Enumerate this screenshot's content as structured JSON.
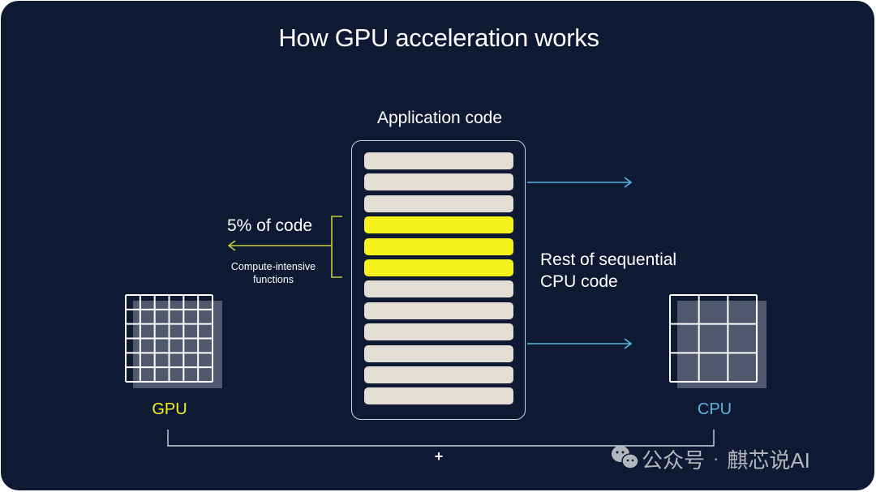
{
  "title": "How GPU acceleration works",
  "application_code": {
    "label": "Application code",
    "rows": [
      {
        "highlighted": false
      },
      {
        "highlighted": false
      },
      {
        "highlighted": false
      },
      {
        "highlighted": true
      },
      {
        "highlighted": true
      },
      {
        "highlighted": true
      },
      {
        "highlighted": false
      },
      {
        "highlighted": false
      },
      {
        "highlighted": false
      },
      {
        "highlighted": false
      },
      {
        "highlighted": false
      },
      {
        "highlighted": false
      }
    ]
  },
  "gpu_branch": {
    "percent_label": "5% of code",
    "sub_label_line1": "Compute-intensive",
    "sub_label_line2": "functions",
    "processor_label": "GPU",
    "grid_size": 6,
    "color": "#f6f21c"
  },
  "cpu_branch": {
    "label_line1": "Rest of sequential",
    "label_line2": "CPU code",
    "processor_label": "CPU",
    "grid_size": 3,
    "color": "#5fb4e0"
  },
  "combine_symbol": "+",
  "watermark": {
    "icon": "wechat-icon",
    "text_part1": "公众号",
    "separator": "·",
    "text_part2": "麒芯说AI"
  },
  "colors": {
    "background": "#0e1a33",
    "code_row": "#e2ded3",
    "code_row_highlight": "#f6f21c",
    "arrow_cpu": "#5fb4e0",
    "bracket_gpu": "#c8c93a"
  }
}
